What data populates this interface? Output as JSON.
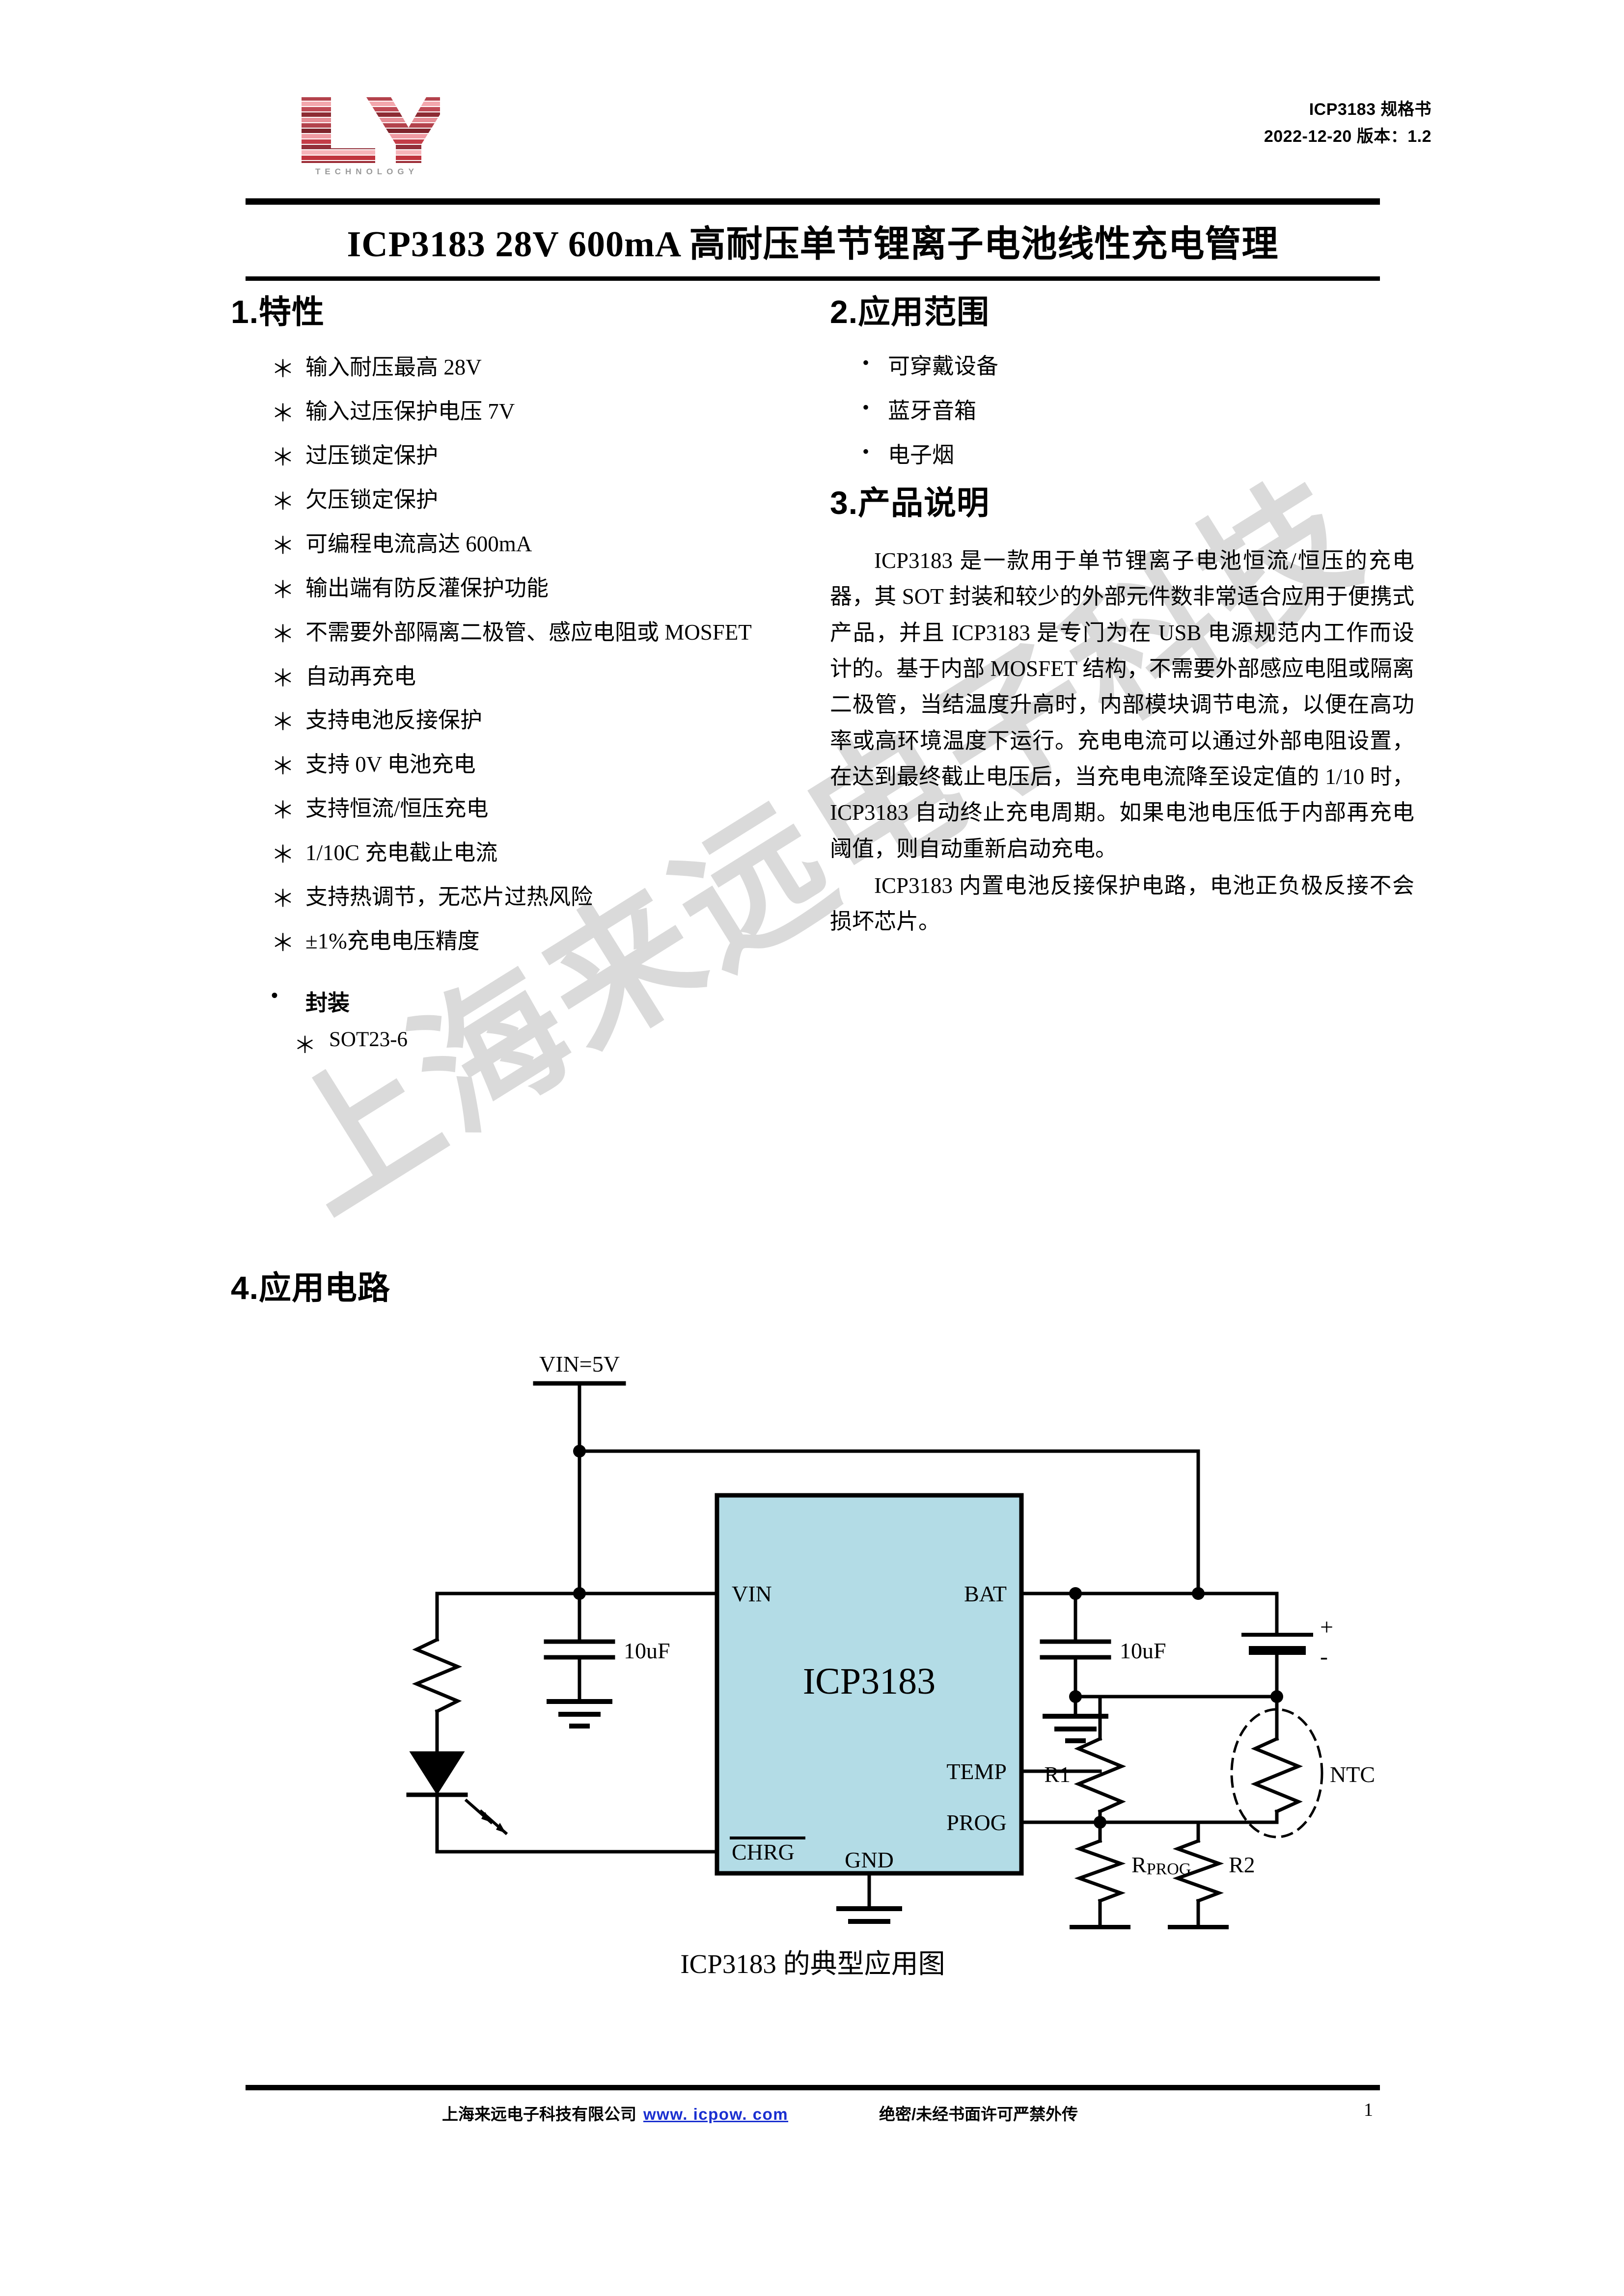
{
  "header": {
    "logo_letters": "LY",
    "logo_tagline": "TECHNOLOGY",
    "doc_ref": "ICP3183 规格书",
    "doc_date_version": "2022-12-20 版本：1.2"
  },
  "title": "ICP3183 28V 600mA 高耐压单节锂离子电池线性充电管理",
  "watermark": "上海来远电子科技",
  "features": {
    "heading": "1.特性",
    "bullet_marker": "＊",
    "items": [
      "输入耐压最高 28V",
      "输入过压保护电压 7V",
      "过压锁定保护",
      "欠压锁定保护",
      "可编程电流高达 600mA",
      "输出端有防反灌保护功能",
      "不需要外部隔离二极管、感应电阻或 MOSFET",
      "自动再充电",
      "支持电池反接保护",
      "支持 0V 电池充电",
      "支持恒流/恒压充电",
      "1/10C 充电截止电流",
      "支持热调节，无芯片过热风险",
      "±1%充电电压精度"
    ],
    "package": {
      "marker": "•",
      "label": "封装",
      "item_marker": "＊",
      "items": [
        "SOT23-6"
      ]
    }
  },
  "applications": {
    "heading": "2.应用范围",
    "bullet_marker": "•",
    "items": [
      "可穿戴设备",
      "蓝牙音箱",
      "电子烟"
    ]
  },
  "description": {
    "heading": "3.产品说明",
    "paragraphs": [
      "ICP3183 是一款用于单节锂离子电池恒流/恒压的充电器，其 SOT 封装和较少的外部元件数非常适合应用于便携式产品，并且 ICP3183 是专门为在 USB 电源规范内工作而设计的。基于内部 MOSFET 结构，不需要外部感应电阻或隔离二极管，当结温度升高时，内部模块调节电流，以便在高功率或高环境温度下运行。充电电流可以通过外部电阻设置，在达到最终截止电压后，当充电电流降至设定值的 1/10 时，ICP3183 自动终止充电周期。如果电池电压低于内部再充电阈值，则自动重新启动充电。",
      "ICP3183 内置电池反接保护电路，电池正负极反接不会损坏芯片。"
    ]
  },
  "app_circuit": {
    "heading": "4.应用电路",
    "caption": "ICP3183 的典型应用图",
    "ic_label": "ICP3183",
    "ic_fill_color": "#b3dce6",
    "supply_label": "VIN=5V",
    "pins": {
      "vin": "VIN",
      "chrg": "CHRG",
      "gnd": "GND",
      "bat": "BAT",
      "temp": "TEMP",
      "prog": "PROG"
    },
    "components": [
      {
        "id": "c-in",
        "label": "10uF"
      },
      {
        "id": "c-out",
        "label": "10uF"
      },
      {
        "id": "r1",
        "label": "R1"
      },
      {
        "id": "r2",
        "label": "R2"
      },
      {
        "id": "rprog",
        "label": "R",
        "sub": "PROG"
      },
      {
        "id": "ntc",
        "label": "NTC"
      },
      {
        "id": "batt-plus",
        "label": "+"
      },
      {
        "id": "batt-minus",
        "label": "-"
      }
    ]
  },
  "footer": {
    "company": "上海来远电子科技有限公司",
    "url": "www. icpow. com",
    "confidential": "绝密/未经书面许可严禁外传",
    "page_number": "1"
  }
}
